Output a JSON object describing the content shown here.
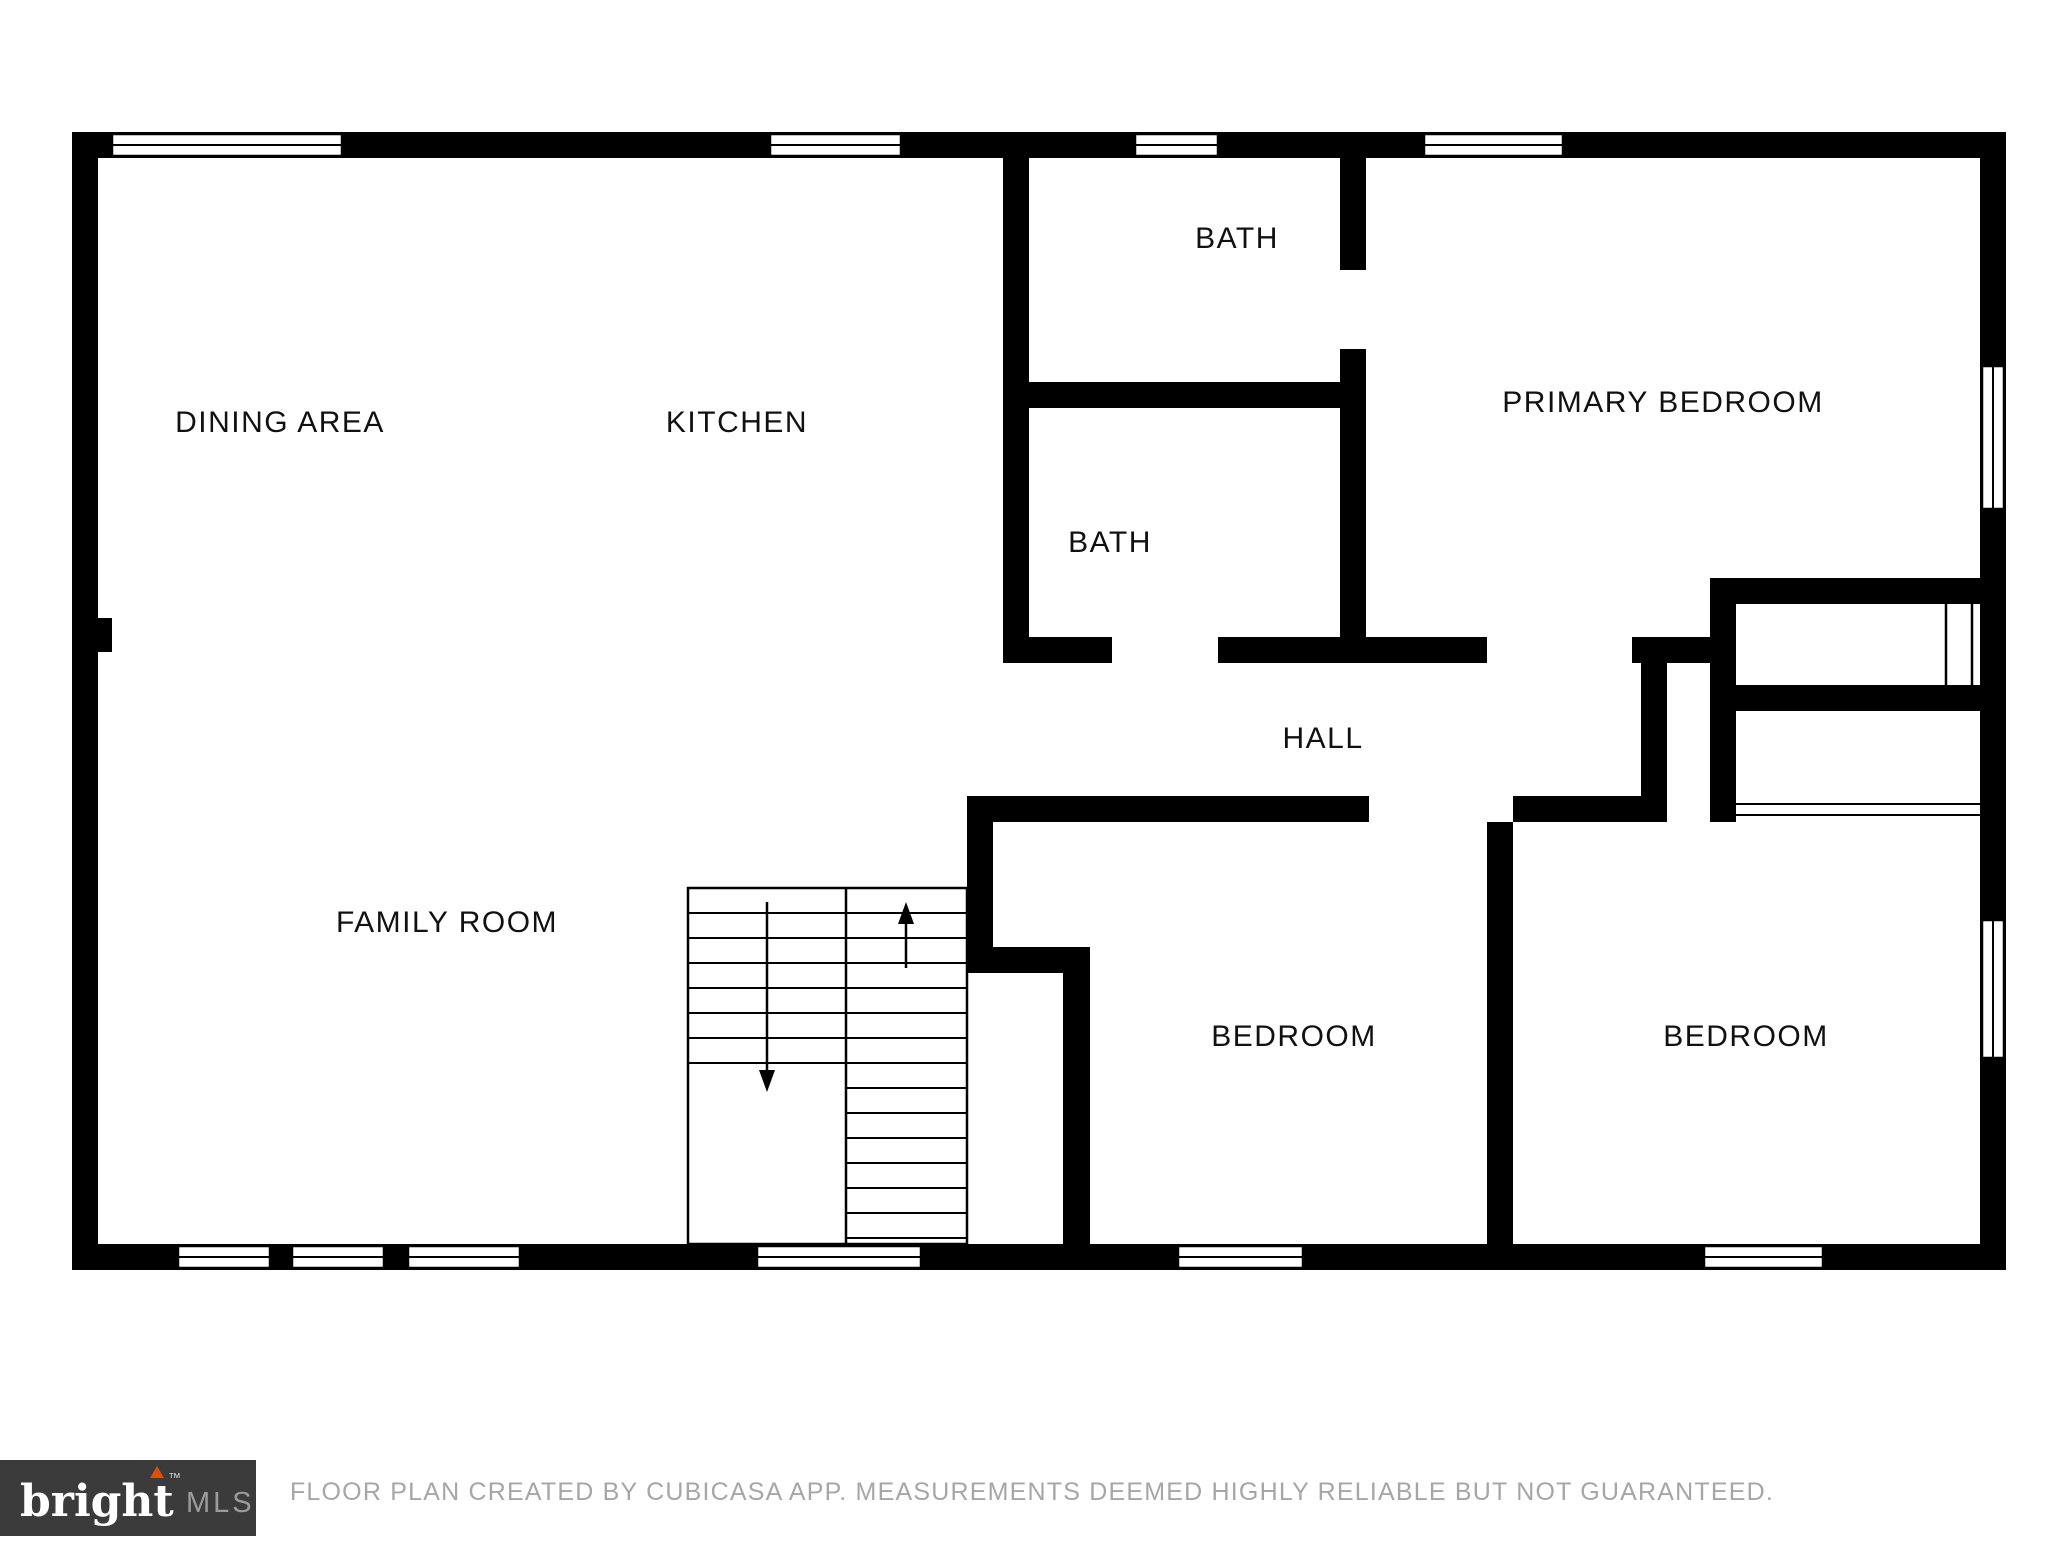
{
  "plan": {
    "rooms": [
      {
        "id": "dining-area",
        "name": "DINING AREA"
      },
      {
        "id": "kitchen",
        "name": "KITCHEN"
      },
      {
        "id": "bath-upper",
        "name": "BATH"
      },
      {
        "id": "bath-lower",
        "name": "BATH"
      },
      {
        "id": "primary-bedroom",
        "name": "PRIMARY BEDROOM"
      },
      {
        "id": "hall",
        "name": "HALL"
      },
      {
        "id": "family-room",
        "name": "FAMILY ROOM"
      },
      {
        "id": "bedroom-left",
        "name": "BEDROOM"
      },
      {
        "id": "bedroom-right",
        "name": "BEDROOM"
      }
    ]
  },
  "footer": {
    "disclaimer": "FLOOR PLAN CREATED BY CUBICASA APP. MEASUREMENTS DEEMED HIGHLY RELIABLE BUT NOT GUARANTEED.",
    "brand": {
      "wordmark": "bright",
      "tm": "™",
      "suffix": "MLS"
    }
  },
  "colors": {
    "wall": "#000000",
    "background": "#ffffff",
    "brand_box": "#3b3b3b",
    "brand_text": "#ffffff",
    "brand_accent": "#e04f00",
    "brand_suffix": "#9b9b9b",
    "disclaimer_text": "#a6a6a6"
  }
}
